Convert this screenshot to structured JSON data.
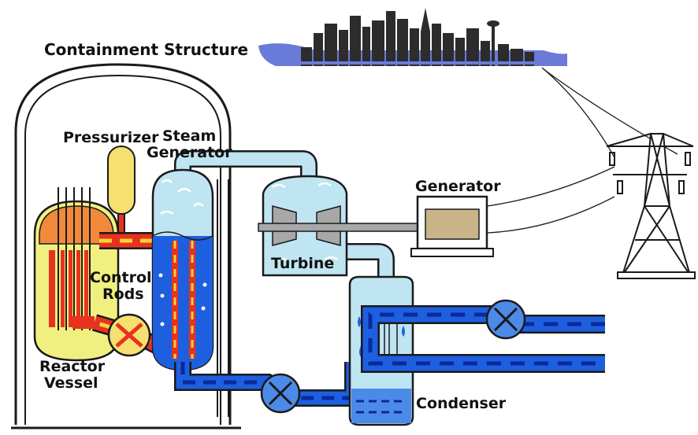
{
  "labels": {
    "containment": "Containment Structure",
    "pressurizer": "Pressurizer",
    "steam_generator_line1": "Steam",
    "steam_generator_line2": "Generator",
    "generator": "Generator",
    "turbine": "Turbine",
    "control_rods_line1": "Control",
    "control_rods_line2": "Rods",
    "reactor_vessel_line1": "Reactor",
    "reactor_vessel_line2": "Vessel",
    "condenser": "Condenser"
  },
  "colors": {
    "outline": "#1a1a1a",
    "steam": "#bfe4f2",
    "primary_loop_hot": "#e8321e",
    "primary_loop_dash": "#f5d23c",
    "cooling_water": "#1e5fe0",
    "cooling_dash": "#0a2a9a",
    "reactor_core": "#f0f080",
    "pressurizer": "#f5e070",
    "machine_gray": "#a8a8a8",
    "city_skyline": "#2c2c2c",
    "city_water": "#6a7ad8"
  }
}
